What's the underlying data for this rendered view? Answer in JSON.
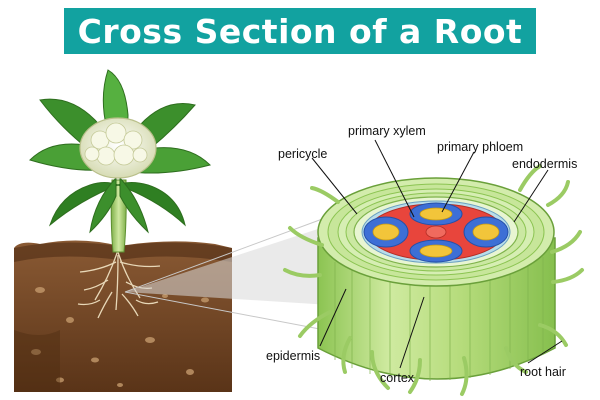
{
  "title": "Cross Section of a Root",
  "labels": {
    "primary_xylem": "primary xylem",
    "pericycle": "pericycle",
    "primary_phloem": "primary phloem",
    "endodermis": "endodermis",
    "epidermis": "epidermis",
    "cortex": "cortex",
    "root_hair": "root hair"
  },
  "colors": {
    "banner": "#12a2a0",
    "soil": "#7a4a2a",
    "leaf": "#3f9a2f",
    "cauliflower": "#eef0d8",
    "root_outer": "#b9dd7a",
    "xylem": "#e8453c",
    "phloem_ring": "#3d6fd6",
    "phloem_core": "#f2c53a"
  }
}
